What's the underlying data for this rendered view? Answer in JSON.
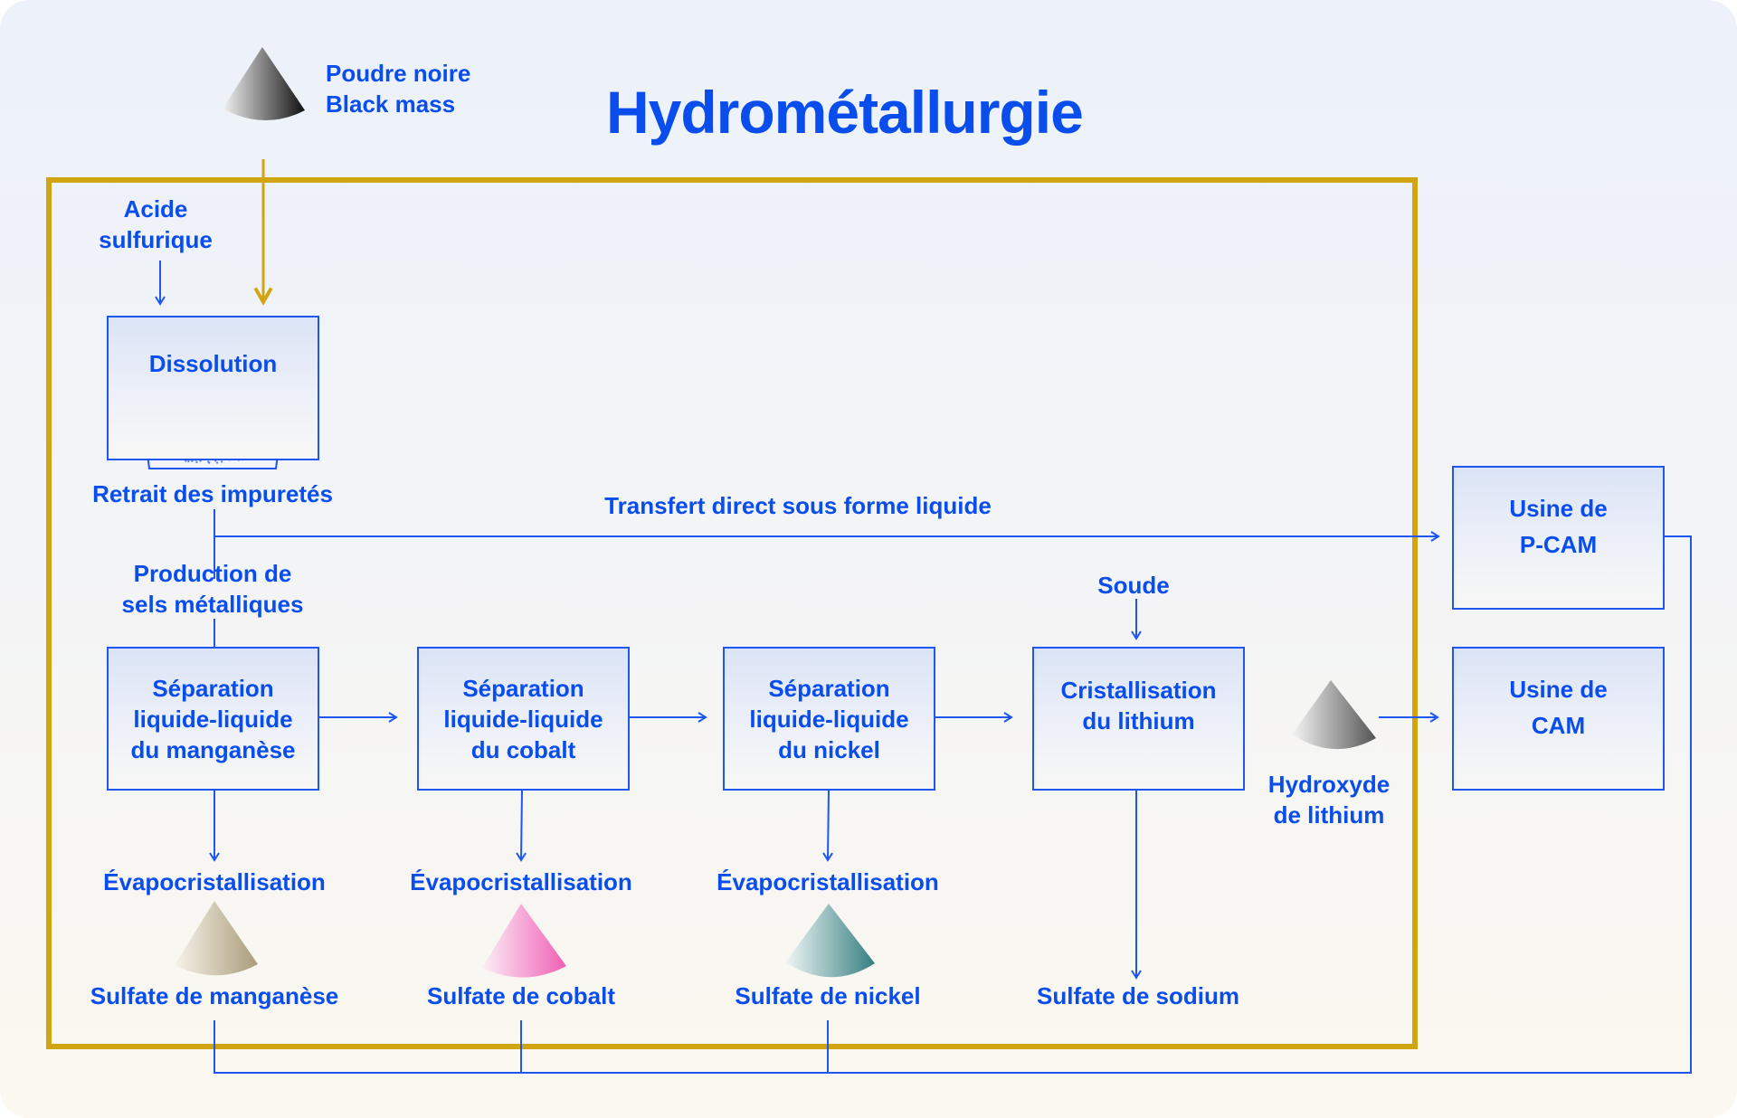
{
  "title": "Hydrométallurgie",
  "source": {
    "label": "Poudre noire\nBlack mass",
    "icon": "black-mass-powder-cone-icon"
  },
  "inputs": {
    "acid": "Acide\nsulfurique",
    "soude": "Soude"
  },
  "steps": {
    "dissolution": "Dissolution",
    "impurities": "Retrait des impuretés",
    "transfer": "Transfert direct sous forme liquide",
    "salts": "Production de\nsels métalliques",
    "sep_mn": "Séparation\nliquide-liquide\ndu manganèse",
    "sep_co": "Séparation\nliquide-liquide\ndu cobalt",
    "sep_ni": "Séparation\nliquide-liquide\ndu nickel",
    "cryst_li": "Cristallisation\ndu lithium",
    "evap": "Évapocristallisation"
  },
  "products": {
    "mn": "Sulfate de manganèse",
    "co": "Sulfate de cobalt",
    "ni": "Sulfate de nickel",
    "na": "Sulfate de sodium",
    "lioh": "Hydroxyde\nde lithium"
  },
  "plants": {
    "pcam": "Usine de\nP-CAM",
    "cam": "Usine de\nCAM"
  },
  "colors": {
    "accent_blue": "#0a4ded",
    "frame_gold": "#d1a412",
    "cone_black": "#1a1a1a",
    "cone_manganese": "#b3a88a",
    "cone_cobalt": "#f06ab8",
    "cone_nickel": "#3f8b8b",
    "cone_lithium": "#6b6b6b"
  }
}
